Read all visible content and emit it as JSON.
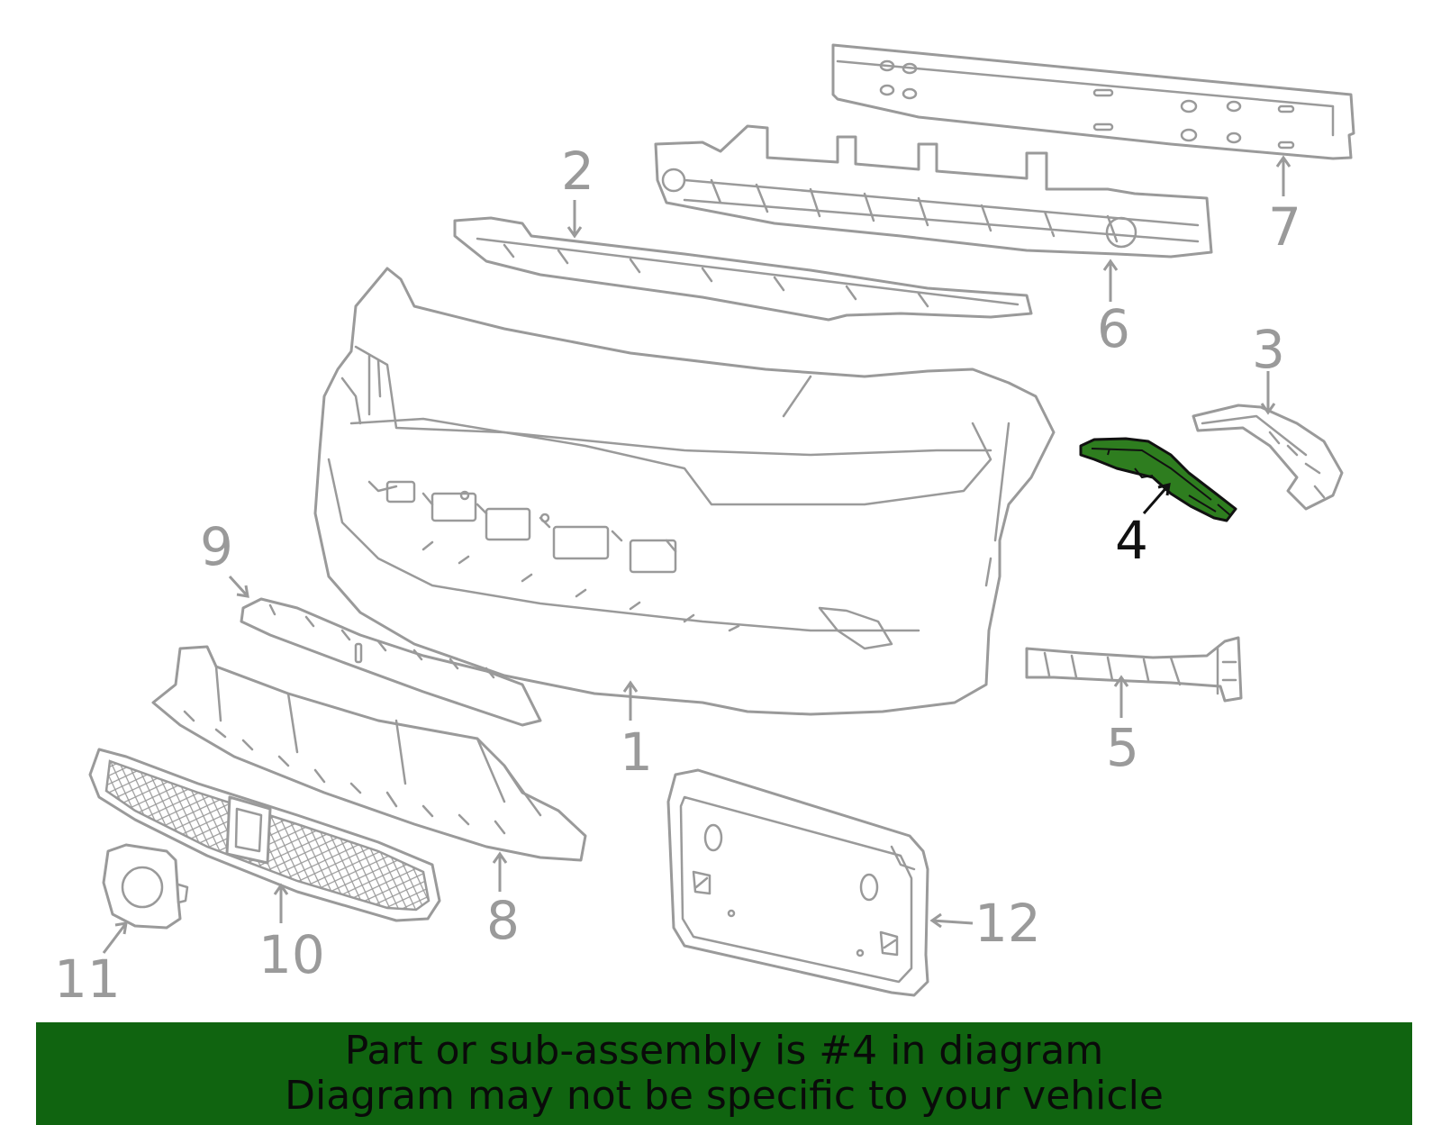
{
  "diagram": {
    "callouts": [
      {
        "id": "1",
        "label": "1"
      },
      {
        "id": "2",
        "label": "2"
      },
      {
        "id": "3",
        "label": "3"
      },
      {
        "id": "4",
        "label": "4",
        "highlighted": true
      },
      {
        "id": "5",
        "label": "5"
      },
      {
        "id": "6",
        "label": "6"
      },
      {
        "id": "7",
        "label": "7"
      },
      {
        "id": "8",
        "label": "8"
      },
      {
        "id": "9",
        "label": "9"
      },
      {
        "id": "10",
        "label": "10"
      },
      {
        "id": "11",
        "label": "11"
      },
      {
        "id": "12",
        "label": "12"
      }
    ],
    "highlight_color": "#2e7d1f",
    "line_color": "#9a9a9a"
  },
  "banner": {
    "line1": "Part or sub-assembly is #4 in diagram",
    "line2": "Diagram may not be specific to your vehicle",
    "background": "#106410"
  }
}
